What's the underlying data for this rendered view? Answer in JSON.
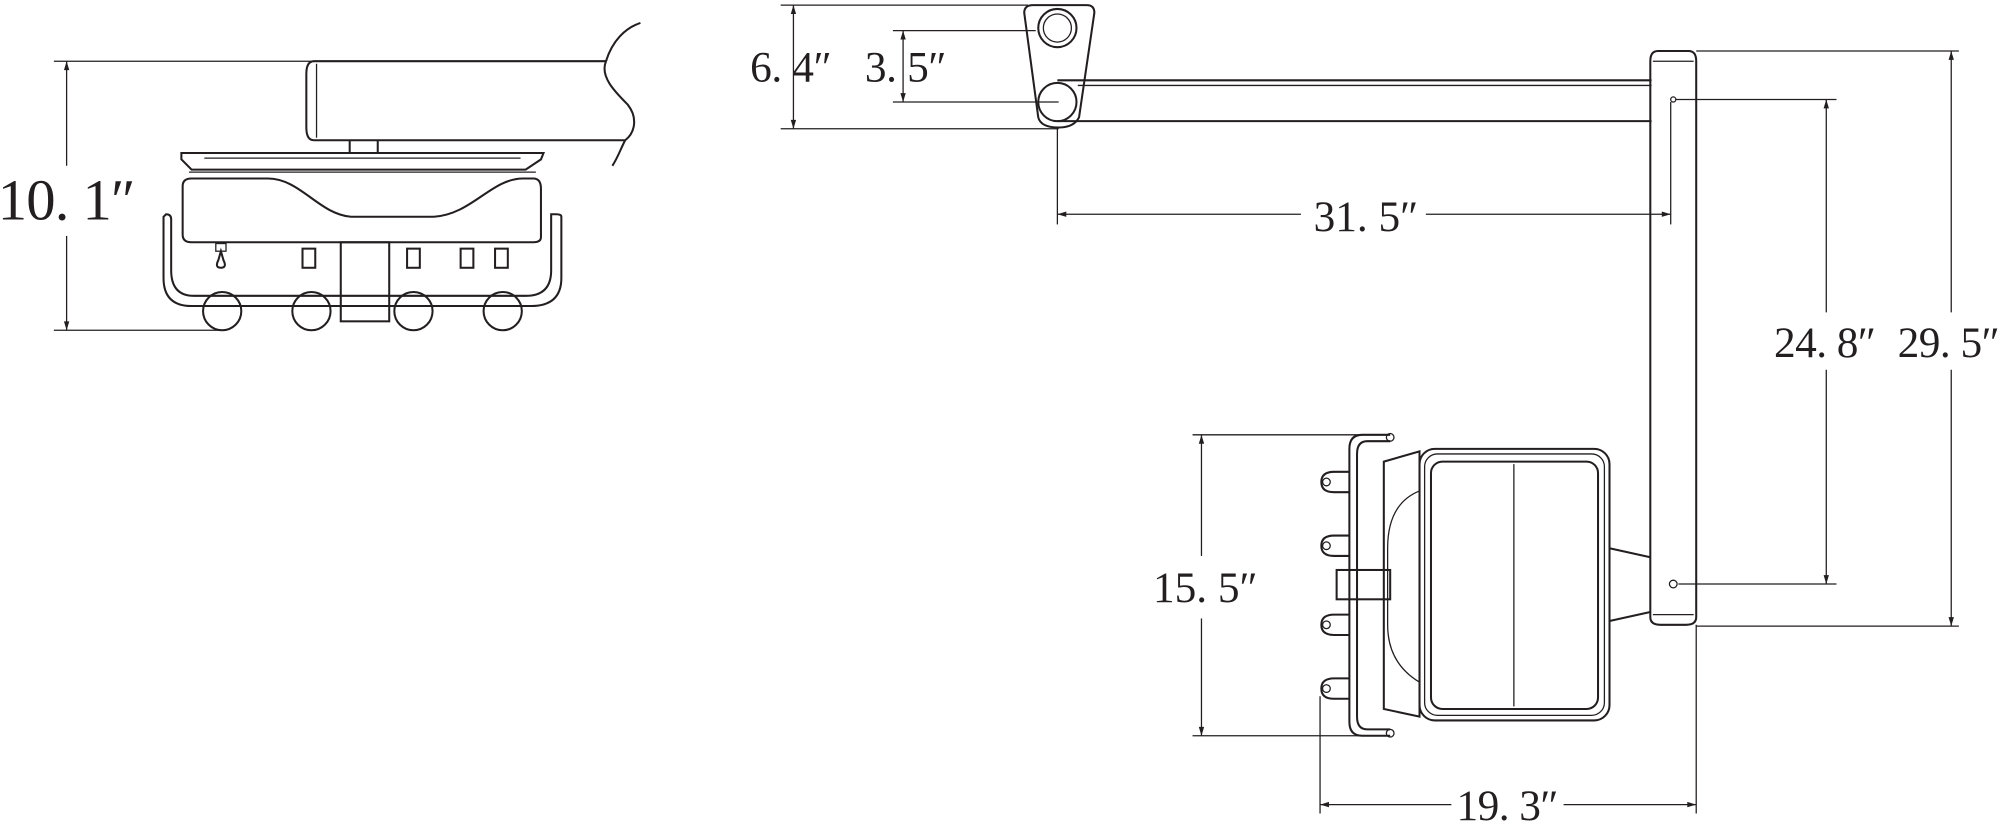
{
  "title": "Dimension drawing — wall-mounted arm with lamp head and hook rail",
  "views": {
    "side_view": {
      "height_label": "10. 1″"
    },
    "top_view": {
      "clamp_outer_label": "6. 4″",
      "clamp_inner_label": "3. 5″",
      "arm_length_label": "31. 5″",
      "post_inner_label": "24. 8″",
      "post_outer_label": "29. 5″",
      "head_height_label": "15. 5″",
      "head_depth_label": "19. 3″"
    }
  },
  "colors": {
    "line": "#231f20",
    "background": "#ffffff"
  }
}
